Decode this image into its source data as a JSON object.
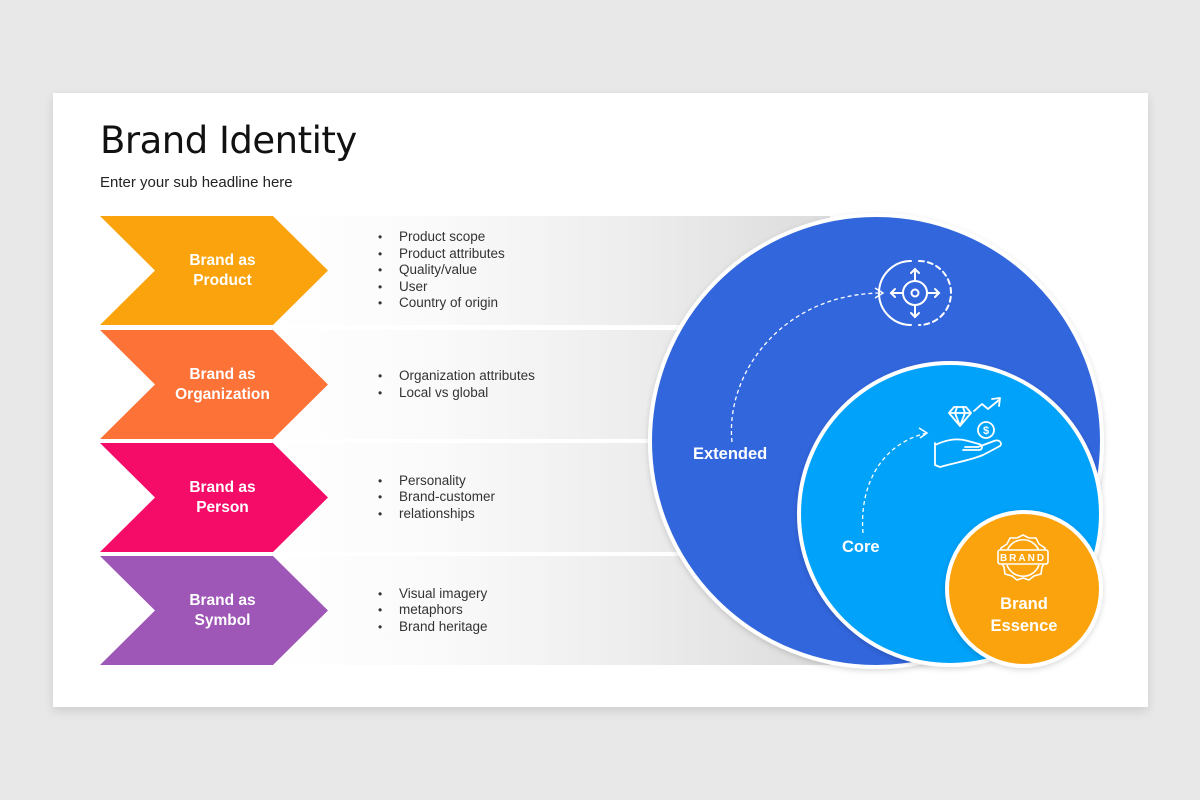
{
  "slide": {
    "title": "Brand Identity",
    "subtitle": "Enter your sub headline here"
  },
  "rows": [
    {
      "label": "Brand as\nProduct",
      "color": "#fba30d",
      "bullets": [
        "Product scope",
        "Product attributes",
        "Quality/value",
        "User",
        "Country of origin"
      ]
    },
    {
      "label": "Brand as\nOrganization",
      "color": "#fd7237",
      "bullets": [
        "Organization attributes",
        "Local vs global"
      ]
    },
    {
      "label": "Brand as\nPerson",
      "color": "#f50b68",
      "bullets": [
        "Personality",
        "Brand-customer",
        "relationships"
      ]
    },
    {
      "label": "Brand as\nSymbol",
      "color": "#9e57b6",
      "bullets": [
        "Visual imagery",
        "metaphors",
        "Brand heritage"
      ]
    }
  ],
  "circles": {
    "extended": {
      "label": "Extended",
      "color": "#3366dd",
      "icon": "target-expand-icon"
    },
    "core": {
      "label": "Core",
      "color": "#03a2fa",
      "icon": "hand-diamond-growth-icon"
    },
    "essence": {
      "label": "Brand\nEssence",
      "color": "#fba30d",
      "icon": "brand-badge-icon",
      "badge_text": "BRAND"
    }
  }
}
